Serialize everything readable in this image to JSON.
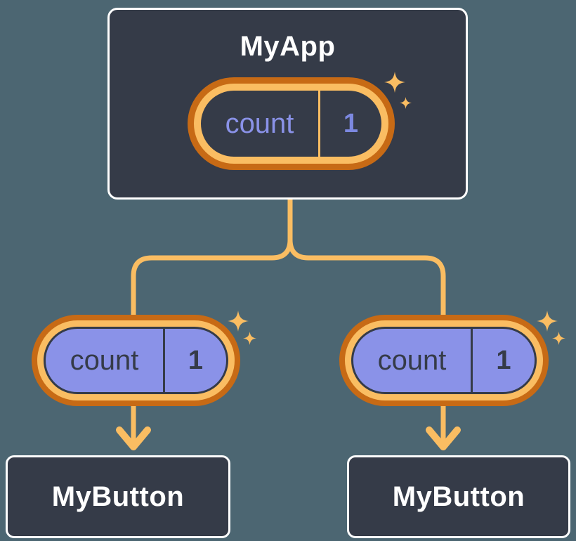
{
  "colors": {
    "background": "#4C6672",
    "node_fill": "#353B48",
    "node_border": "#FFFFFF",
    "ring_orange_dark": "#C76A15",
    "ring_orange_light": "#FABD62",
    "connector_orange": "#FABD62",
    "pill_purple_fill": "#8A92E8",
    "pill_value_purple": "#7C88E0",
    "dark_text": "#353B48",
    "title_text": "#FFFFFF"
  },
  "root_node": {
    "title": "MyApp",
    "pill": {
      "label": "count",
      "value": "1"
    }
  },
  "child_nodes": [
    {
      "title": "MyButton",
      "pill": {
        "label": "count",
        "value": "1"
      }
    },
    {
      "title": "MyButton",
      "pill": {
        "label": "count",
        "value": "1"
      }
    }
  ],
  "icons": {
    "sparkle": "sparkle-icon",
    "arrowhead": "arrow-down-icon"
  }
}
